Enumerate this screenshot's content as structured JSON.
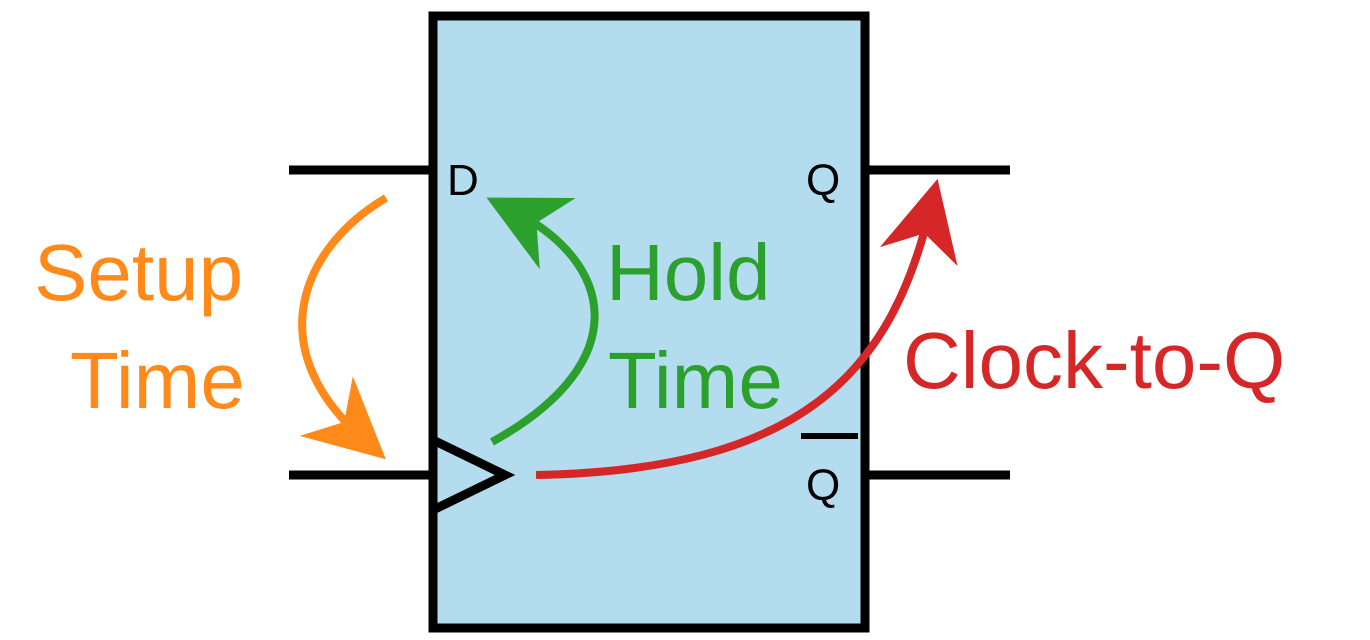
{
  "colors": {
    "box_fill": "#b3ddef",
    "outline": "#000000",
    "setup": "#ff8a1a",
    "hold": "#2ca02c",
    "clock_to_q": "#d62728"
  },
  "flipflop": {
    "pins": {
      "d": "D",
      "q": "Q",
      "q_bar": "Q"
    },
    "clock_input_icon": "triangle-clock-input"
  },
  "annotations": {
    "setup_line1": "Setup",
    "setup_line2": "Time",
    "hold_line1": "Hold",
    "hold_line2": "Time",
    "clock_to_q": "Clock-to-Q"
  }
}
